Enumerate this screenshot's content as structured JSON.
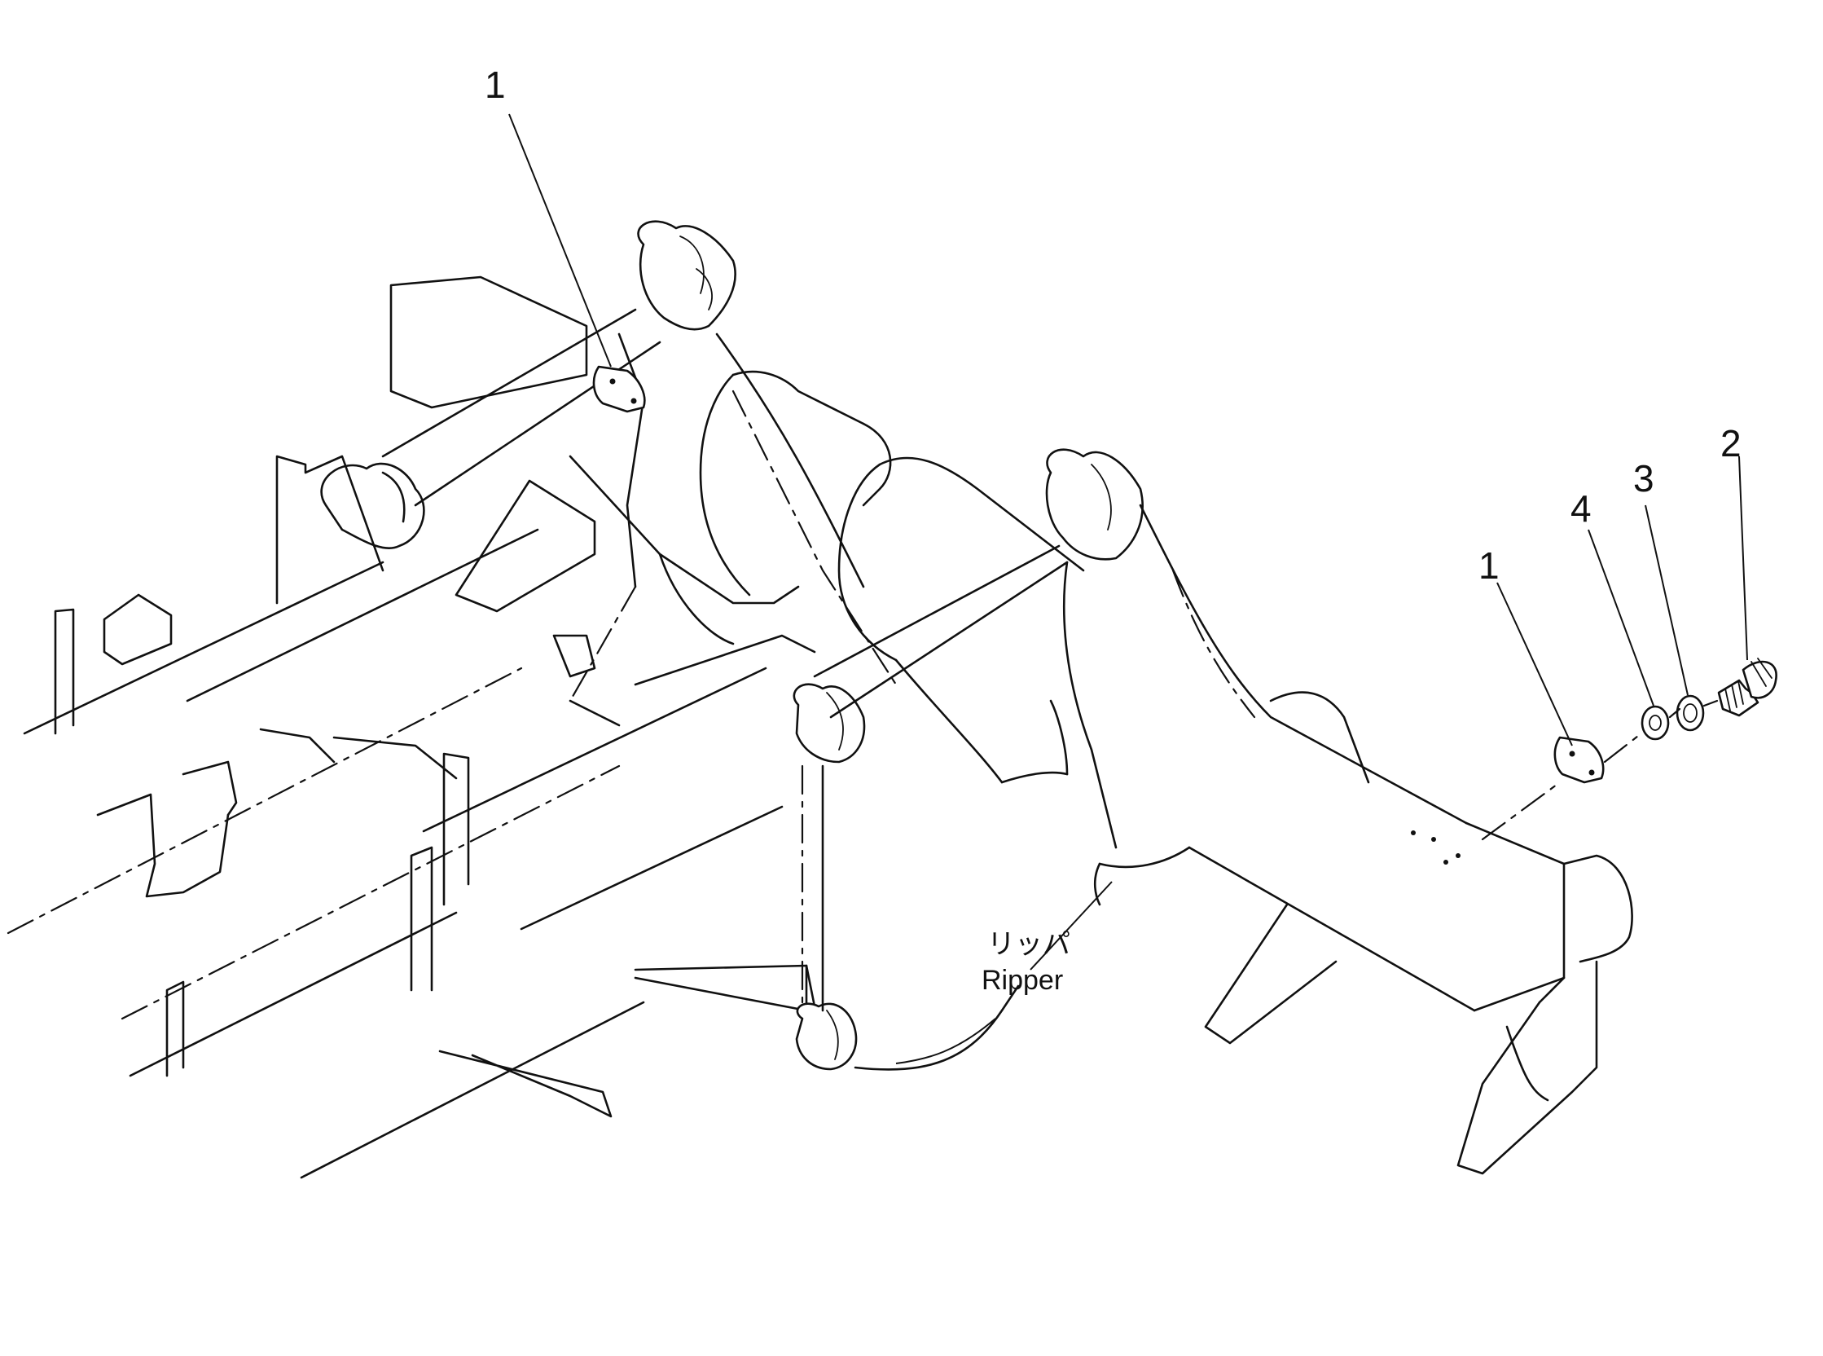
{
  "callouts": [
    {
      "id": "upper-plate",
      "number": "1"
    },
    {
      "id": "right-plate",
      "number": "1"
    },
    {
      "id": "washer-inner",
      "number": "4"
    },
    {
      "id": "washer-outer",
      "number": "3"
    },
    {
      "id": "bolt",
      "number": "2"
    }
  ],
  "ripper_label": {
    "japanese": "リッパ",
    "english": "Ripper"
  }
}
